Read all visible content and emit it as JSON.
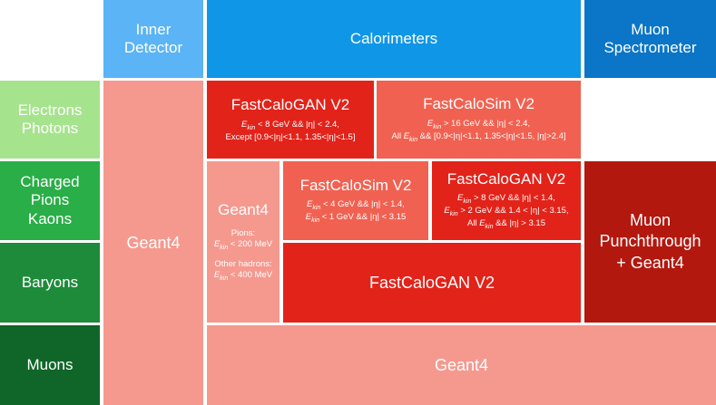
{
  "colors": {
    "inner_detector": "#5ab4f5",
    "calorimeters": "#1096e6",
    "muon_spectrometer": "#0b75c7",
    "electrons_photons": "#a6e38d",
    "charged_pions_kaons": "#2aae48",
    "baryons": "#1d8b3a",
    "muons": "#0f6628",
    "geant4": "#f5998f",
    "fastcalogan": "#e2231a",
    "fastcalosim": "#f16151",
    "muon_punchthrough": "#b3180e"
  },
  "headers": {
    "inner_detector": "Inner\nDetector",
    "calorimeters": "Calorimeters",
    "muon_spectrometer": "Muon\nSpectrometer"
  },
  "rows": {
    "electrons_photons": "Electrons\nPhotons",
    "charged_pions_kaons": "Charged\nPions\nKaons",
    "baryons": "Baryons",
    "muons": "Muons"
  },
  "blocks": {
    "inner_detector_geant4": "Geant4",
    "egamma_gan": {
      "title": "FastCaloGAN V2",
      "cond1_pre": "",
      "cond1_var": "E",
      "cond1_sub": "kin",
      "cond1_post": " < 8 GeV && |η| < 2.4,",
      "cond2": "Except [0.9<|η|<1.1, 1.35<|η|<1.5]"
    },
    "egamma_sim": {
      "title": "FastCaloSim V2",
      "cond1_pre": "",
      "cond1_var": "E",
      "cond1_sub": "kin",
      "cond1_post": " > 16 GeV && |η| < 2.4,",
      "cond2_pre": "All ",
      "cond2_var": "E",
      "cond2_sub": "kin",
      "cond2_post": " && [0.9<|η|<1.1, 1.35<|η|<1.5, |η|>2.4]"
    },
    "hadron_geant4": {
      "title": "Geant4",
      "pions_label": "Pions:",
      "pions_var": "E",
      "pions_sub": "kin",
      "pions_post": " < 200 MeV",
      "other_label": "Other hadrons:",
      "other_var": "E",
      "other_sub": "kin",
      "other_post": " < 400 MeV"
    },
    "pion_sim": {
      "title": "FastCaloSim V2",
      "c1_var": "E",
      "c1_sub": "kin",
      "c1_post": " < 4 GeV && |η| < 1.4,",
      "c2_var": "E",
      "c2_sub": "kin",
      "c2_post": " < 1 GeV && |η| < 3.15"
    },
    "pion_gan": {
      "title": "FastCaloGAN V2",
      "c1_var": "E",
      "c1_sub": "kin",
      "c1_post": " > 8 GeV && |η| < 1.4,",
      "c2_var": "E",
      "c2_sub": "kin",
      "c2_post": " > 2 GeV && 1.4 < |η| < 3.15,",
      "c3_pre": "All ",
      "c3_var": "E",
      "c3_sub": "kin",
      "c3_post": " && |η| > 3.15"
    },
    "baryon_gan": "FastCaloGAN V2",
    "muon_punchthrough": "Muon\nPunchthrough\n+ Geant4",
    "muon_geant4": "Geant4"
  }
}
